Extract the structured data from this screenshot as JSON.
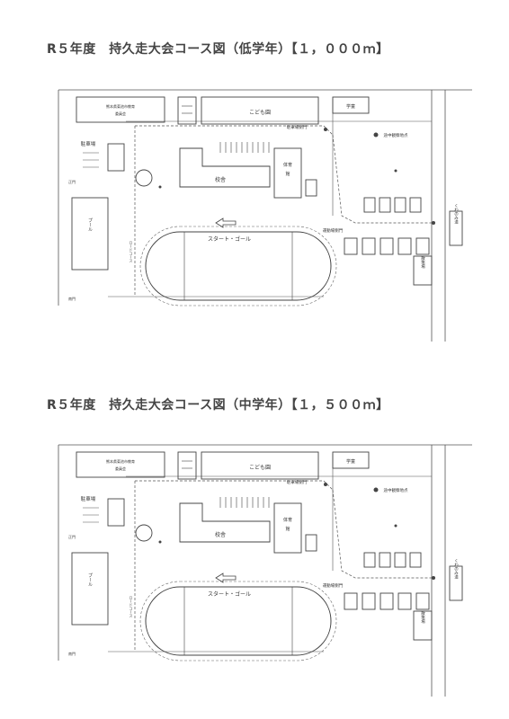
{
  "maps": [
    {
      "title": "R５年度　持久走大会コース図（低学年）【１，０００ｍ】",
      "labels": {
        "office": "熊本県菊池市教育 委員会",
        "kodomo": "こども園",
        "gakudo": "学童",
        "chushajo": "駐車場",
        "chushajo_gate": "駐車場側門",
        "checkpoint": "途中観察地点",
        "seimon": "正門",
        "kosha": "校舎",
        "taiikukan": "体育館",
        "pool": "プール",
        "start_goal": "スタート・ゴール",
        "undojo_gate": "運動場側門",
        "minamimon": "南門",
        "route_label": "ロードコース",
        "jiko_road": "くわのみ道",
        "sakatsu": "散策場"
      }
    },
    {
      "title": "R５年度　持久走大会コース図（中学年）【１，５００ｍ】",
      "labels": {
        "office": "熊本県菊池市教育 委員会",
        "kodomo": "こども園",
        "gakudo": "学童",
        "chushajo": "駐車場",
        "chushajo_gate": "駐車場側門",
        "checkpoint": "途中観察地点",
        "seimon": "正門",
        "kosha": "校舎",
        "taiikukan": "体育館",
        "pool": "プール",
        "start_goal": "スタート・ゴール",
        "undojo_gate": "運動場側門",
        "minamimon": "南門",
        "route_label": "ロードコース",
        "jiko_road": "くわのみ道",
        "sakatsu": "散策場"
      }
    }
  ]
}
